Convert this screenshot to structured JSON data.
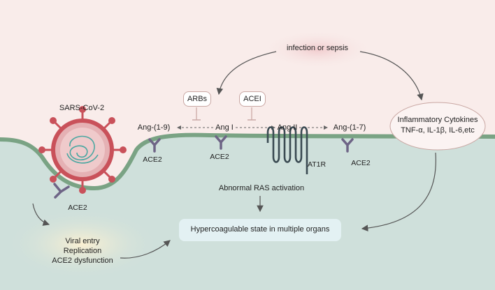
{
  "labels": {
    "infection": "infection or sepsis",
    "sars": "SARS-CoV-2",
    "arbs": "ARBs",
    "acei": "ACEI",
    "ang19": "Ang-(1-9)",
    "ang1": "Ang I",
    "ang2": "Ang II",
    "ang17": "Ang-(1-7)",
    "ace2": "ACE2",
    "at1r": "AT1R",
    "cytokines_title": "Inflammatory Cytokines",
    "cytokines_list": "TNF-α, IL-1β, IL-6,etc",
    "ras": "Abnormal RAS activation",
    "hyper": "Hypercoagulable state in multiple organs",
    "viral_1": "Viral entry",
    "viral_2": "Replication",
    "viral_3": "ACE2 dysfunction"
  },
  "colors": {
    "top_bg": "#f9ecea",
    "bottom_bg": "#cfe0db",
    "membrane": "#7aa384",
    "virus": "#c9515a",
    "receptor": "#6e6486",
    "box_fill": "#e3f1f3"
  }
}
